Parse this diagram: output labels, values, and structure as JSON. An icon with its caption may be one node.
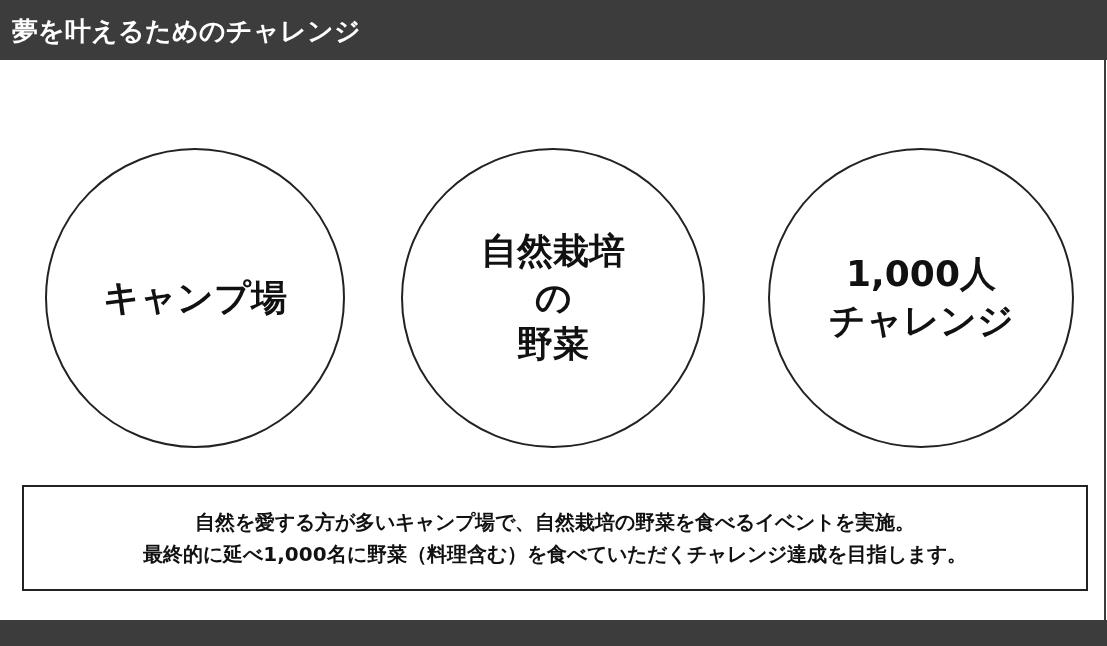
{
  "diagram": {
    "title": "夢を叶えるためのチャレンジ",
    "nodes": [
      {
        "text": [
          "キャンプ場"
        ]
      },
      {
        "text": [
          "自然栽培の野菜"
        ]
      },
      {
        "text": [
          "1,000人チャレンジ"
        ]
      },
      {
        "text": [
          "自然を愛する方が多いキャンプ場で、自然栽培の野菜を食べるイベントを実施。",
          "最終的に延べ1,000名に野菜（料理含む）を食べていただくチャレンジ達成を目指します。"
        ]
      }
    ]
  }
}
